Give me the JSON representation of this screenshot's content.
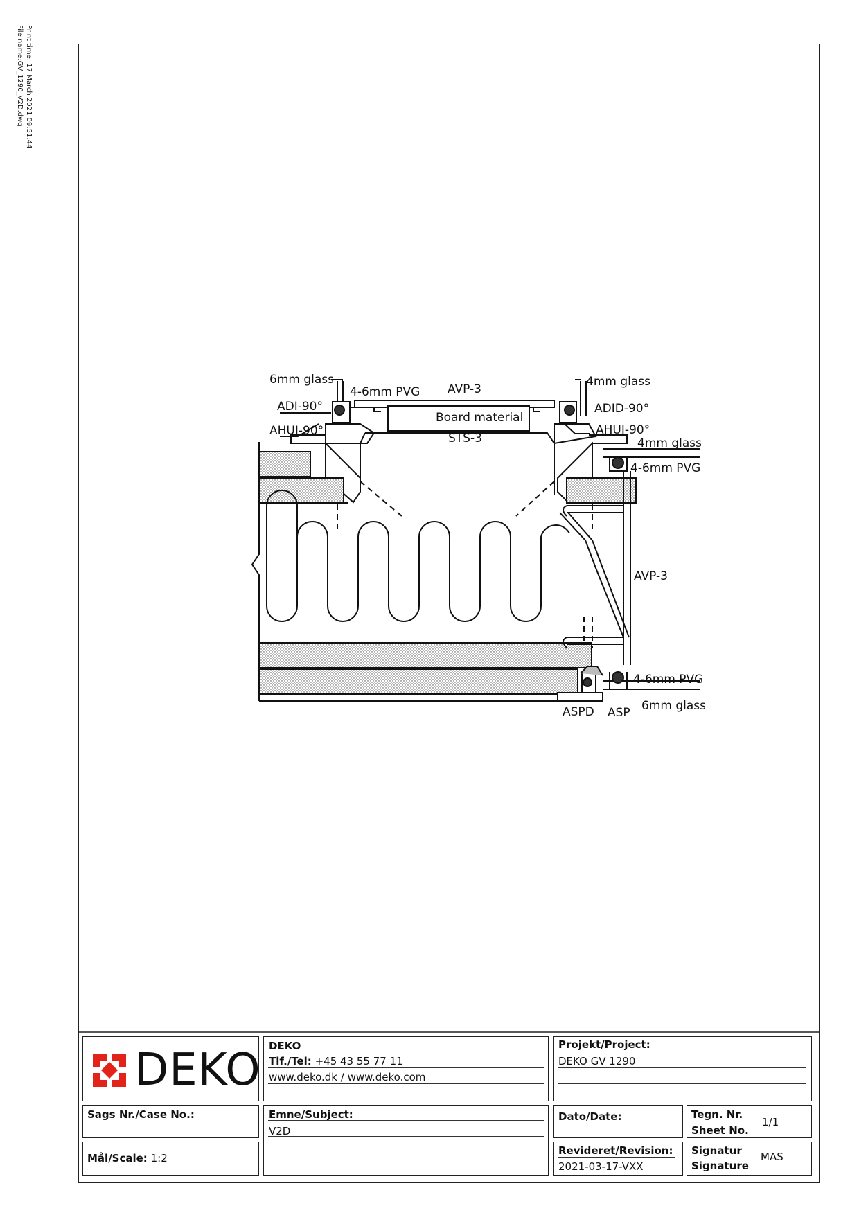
{
  "print_info": {
    "print_time": "Print time: 17 March 2021 09:51:44",
    "file_name": "File name:GV_1290_V2D.dwg"
  },
  "drawing_labels": {
    "glass_6mm_top": "6mm glass",
    "pvg_top_left": "4-6mm PVG",
    "avp3_top": "AVP-3",
    "glass_4mm_top": "4mm glass",
    "adi": "ADI-90°",
    "board_material": "Board material",
    "adid": "ADID-90°",
    "ahui_left": "AHUI-90°",
    "sts3": "STS-3",
    "ahui_right": "AHUI-90°",
    "glass_4mm_right": "4mm glass",
    "pvg_right_top": "4-6mm PVG",
    "avp3_right": "AVP-3",
    "pvg_right_bottom": "4-6mm PVG",
    "aspd": "ASPD",
    "asp": "ASP",
    "glass_6mm_bottom": "6mm glass"
  },
  "logo": {
    "text": "DEKO",
    "color": "#e2231a"
  },
  "title_block": {
    "company": "DEKO",
    "tel_label": "Tlf./Tel:",
    "tel_value": "+45 43 55 77 11",
    "web": "www.deko.dk / www.deko.com",
    "project_label": "Projekt/Project:",
    "project_value": "DEKO GV 1290",
    "case_label": "Sags Nr./Case No.:",
    "case_value": "",
    "subject_label": "Emne/Subject:",
    "subject_value": "V2D",
    "date_label": "Dato/Date:",
    "date_value": "",
    "sheet_label_1": "Tegn. Nr.",
    "sheet_label_2": "Sheet No.",
    "sheet_value": "1/1",
    "scale_label": "Mål/Scale:",
    "scale_value": "1:2",
    "revision_label": "Revideret/Revision:",
    "revision_value": "2021-03-17-VXX",
    "signature_label_1": "Signatur",
    "signature_label_2": "Signature",
    "signature_value": "MAS"
  }
}
